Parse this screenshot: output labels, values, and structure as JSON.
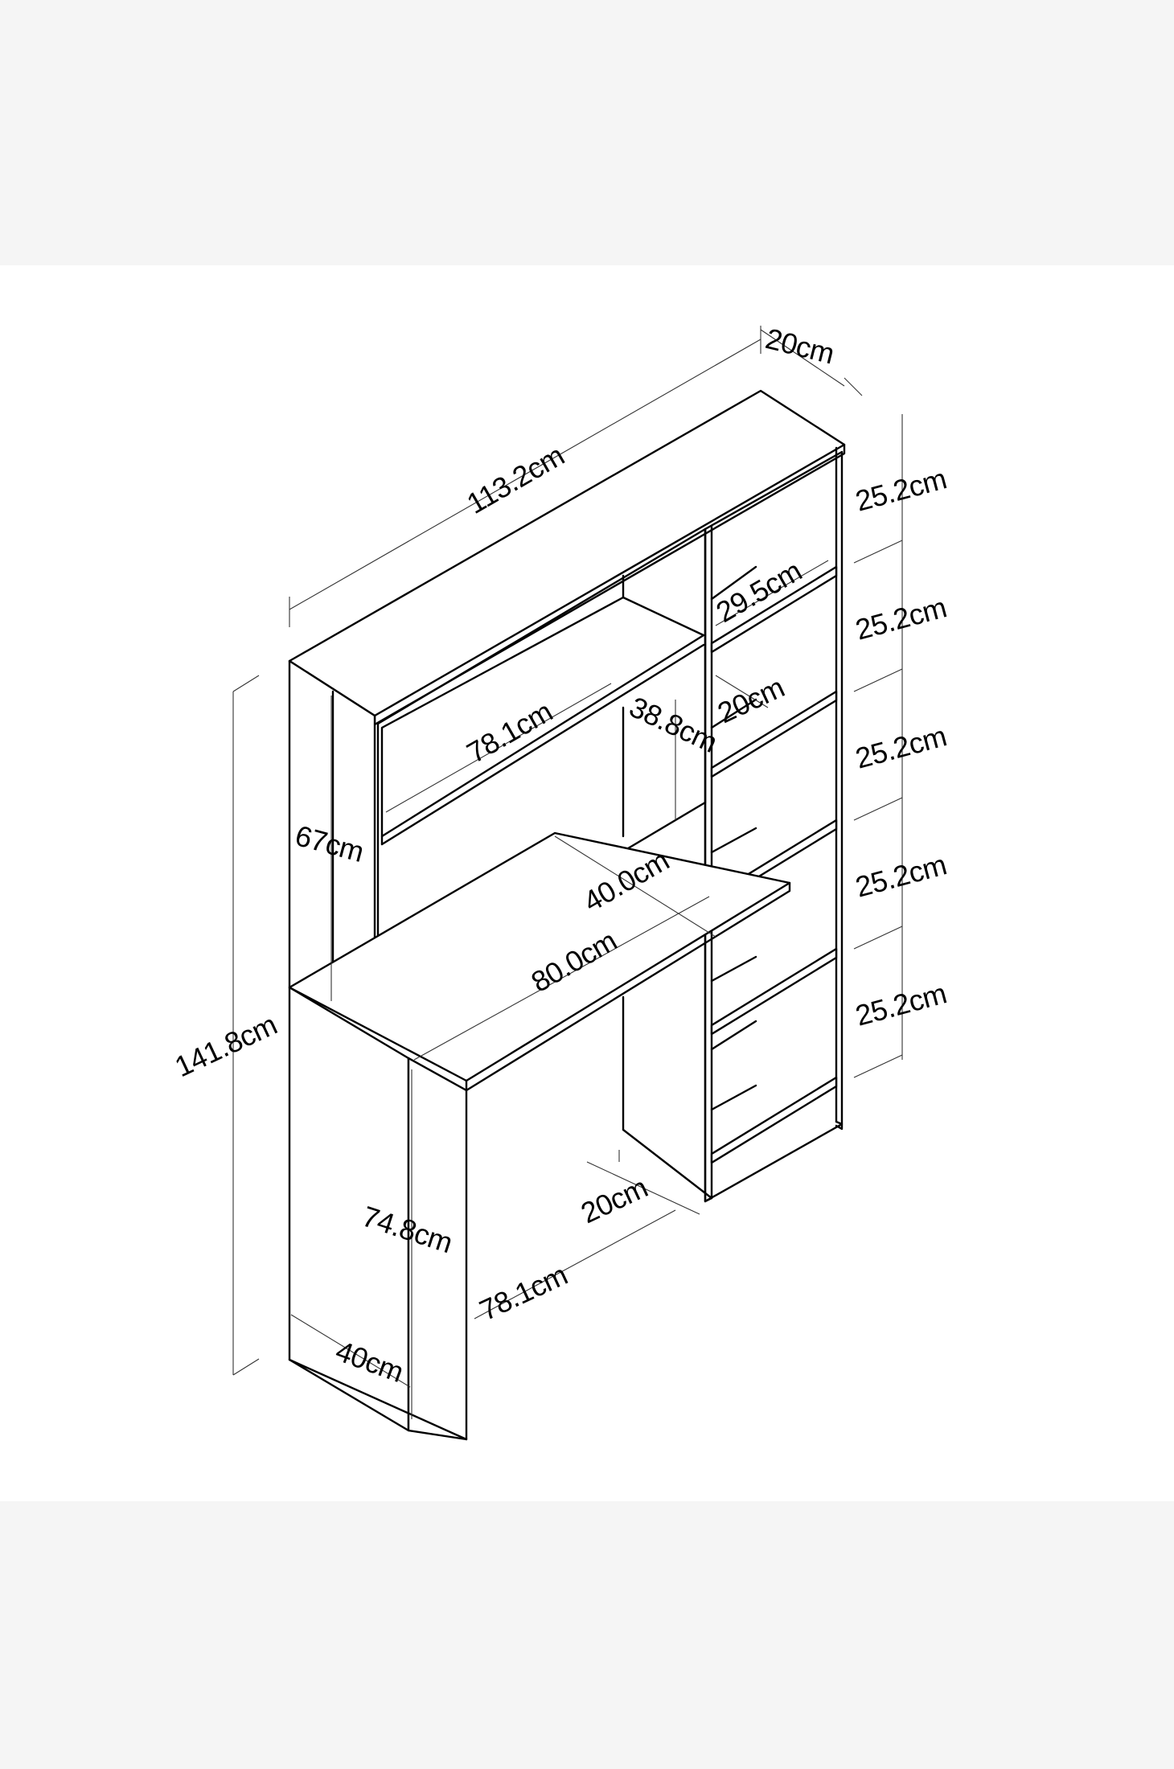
{
  "colors": {
    "page_background": "#f5f5f5",
    "canvas_background": "#ffffff",
    "line": "#000000",
    "dimension_line": "#333333"
  },
  "dimensions": {
    "total_width": "113.2cm",
    "shelf_depth": "20cm",
    "shelf_height_1": "25.2cm",
    "shelf_height_2": "25.2cm",
    "shelf_height_3": "25.2cm",
    "shelf_height_4": "25.2cm",
    "shelf_height_5": "25.2cm",
    "shelf_width": "29.5cm",
    "shelf_inner_depth": "20cm",
    "hutch_shelf_width": "78.1cm",
    "hutch_shelf_height": "38.8cm",
    "hutch_height": "67cm",
    "desk_depth": "40.0cm",
    "desk_width": "80.0cm",
    "total_height": "141.8cm",
    "desk_height": "74.8cm",
    "leg_depth": "20cm",
    "leg_span": "78.1cm",
    "side_depth": "40cm"
  }
}
